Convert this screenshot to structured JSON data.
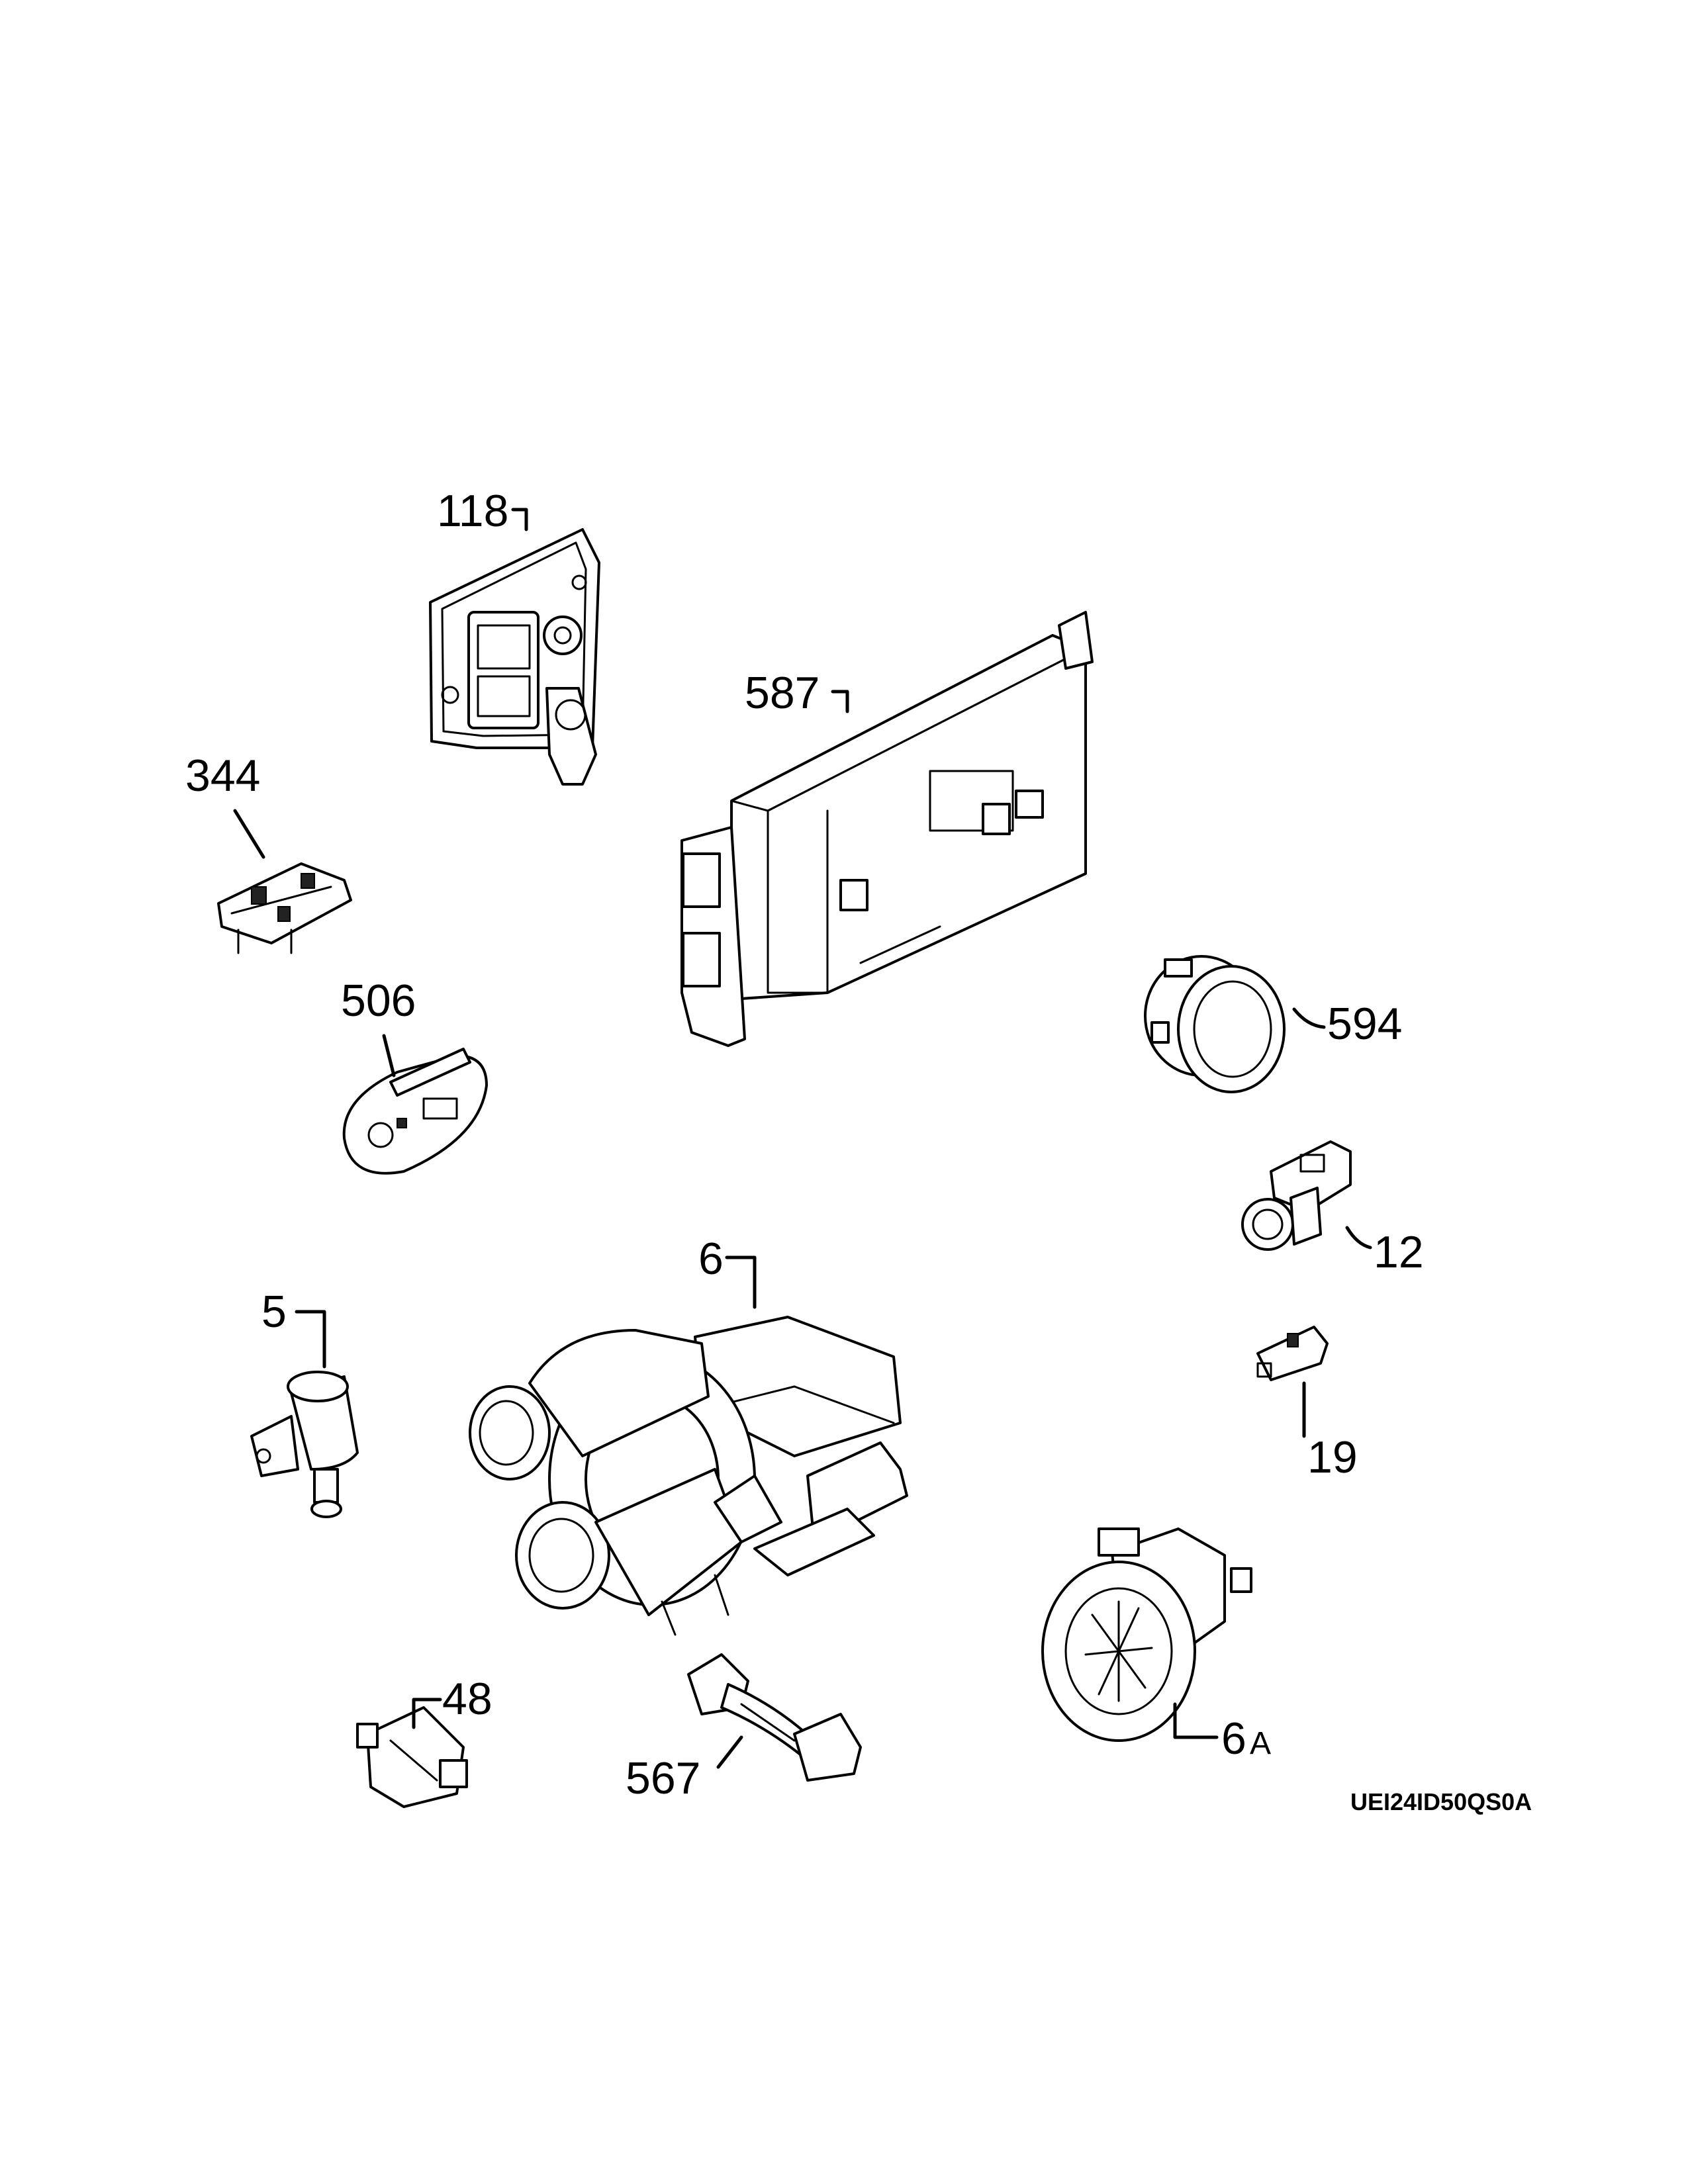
{
  "callouts": {
    "c118": "118",
    "c587": "587",
    "c344": "344",
    "c506": "506",
    "c594": "594",
    "c12": "12",
    "c6": "6",
    "c5": "5",
    "c19": "19",
    "c48": "48",
    "c567": "567",
    "c6a_num": "6",
    "c6a_letter": "A"
  },
  "model_code": "UEI24ID50QS0A"
}
